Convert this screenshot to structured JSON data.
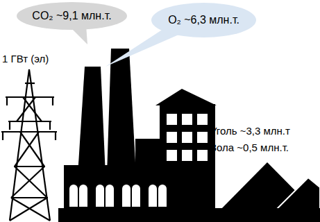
{
  "diagram": {
    "nodes": [
      {
        "text": [
          "CO₂ ~9,1 млн.т."
        ]
      },
      {
        "text": [
          "O₂ ~6,3 млн.т."
        ]
      }
    ],
    "labels": [
      "1 ГВт (эл)",
      "Уголь ~3,3 млн.т",
      "Зола ~0,5 млн.т."
    ]
  }
}
